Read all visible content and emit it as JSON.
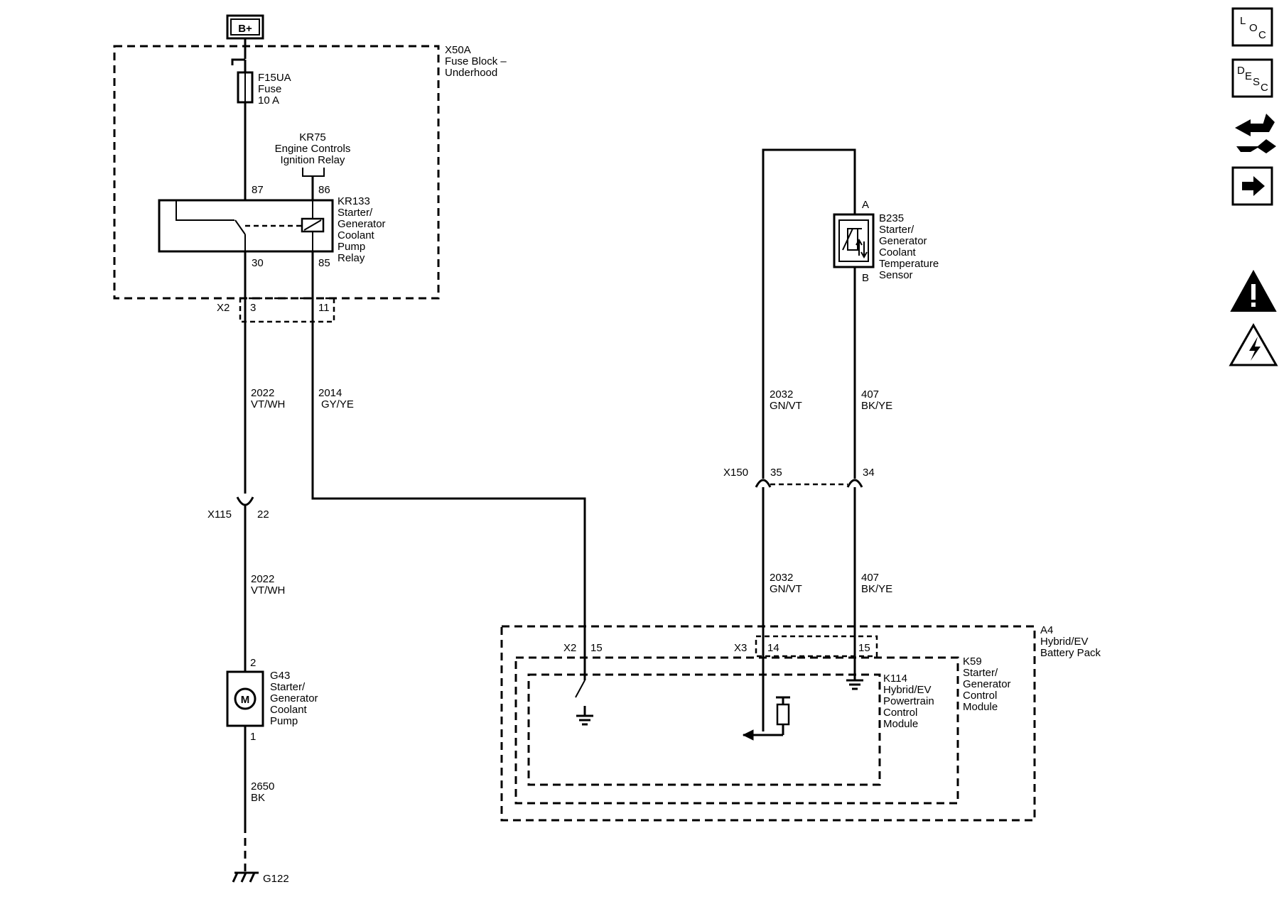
{
  "supply": {
    "label": "B+"
  },
  "fuse_block": {
    "name": "X50A",
    "desc_line1": "Fuse Block –",
    "desc_line2": "Underhood"
  },
  "fuse": {
    "name": "F15UA",
    "desc": "Fuse",
    "rating": "10 A"
  },
  "ignition_relay": {
    "name": "KR75",
    "line1": "Engine Controls",
    "line2": "Ignition Relay"
  },
  "pump_relay": {
    "name": "KR133",
    "desc": [
      "Starter/",
      "Generator",
      "Coolant",
      "Pump",
      "Relay"
    ],
    "pins": {
      "p87": "87",
      "p86": "86",
      "p30": "30",
      "p85": "85"
    }
  },
  "connector_x2_top": {
    "name": "X2",
    "pin_a": "3",
    "pin_b": "11"
  },
  "wire_2022_upper": {
    "circuit": "2022",
    "color": "VT/WH"
  },
  "wire_2014": {
    "circuit": "2014",
    "color": "GY/YE"
  },
  "connector_x115": {
    "name": "X115",
    "pin": "22"
  },
  "wire_2022_lower": {
    "circuit": "2022",
    "color": "VT/WH"
  },
  "pump": {
    "name": "G43",
    "desc": [
      "Starter/",
      "Generator",
      "Coolant",
      "Pump"
    ],
    "pin_top": "2",
    "pin_bottom": "1",
    "motor_letter": "M"
  },
  "wire_2650": {
    "circuit": "2650",
    "color": "BK"
  },
  "ground_g122": {
    "label": "G122"
  },
  "sensor": {
    "name": "B235",
    "desc": [
      "Starter/",
      "Generator",
      "Coolant",
      "Temperature",
      "Sensor"
    ],
    "pin_a": "A",
    "pin_b": "B"
  },
  "wire_2032_upper": {
    "circuit": "2032",
    "color": "GN/VT"
  },
  "wire_407_upper": {
    "circuit": "407",
    "color": "BK/YE"
  },
  "connector_x150": {
    "name": "X150",
    "pin_a": "35",
    "pin_b": "34"
  },
  "wire_2032_lower": {
    "circuit": "2032",
    "color": "GN/VT"
  },
  "wire_407_lower": {
    "circuit": "407",
    "color": "BK/YE"
  },
  "battery_pack": {
    "name": "A4",
    "line1": "Hybrid/EV",
    "line2": "Battery Pack"
  },
  "sgcm": {
    "name": "K59",
    "desc": [
      "Starter/",
      "Generator",
      "Control",
      "Module"
    ]
  },
  "hpcm": {
    "name": "K114",
    "desc": [
      "Hybrid/EV",
      "Powertrain",
      "Control",
      "Module"
    ]
  },
  "connector_x2_module": {
    "name": "X2",
    "pin": "15"
  },
  "connector_x3_module": {
    "name": "X3",
    "pin_a": "14",
    "pin_b": "15"
  },
  "sidebar": {
    "loc": {
      "icon": "loc-icon",
      "l1": "L",
      "l2": "O",
      "l3": "C"
    },
    "desc": {
      "icon": "desc-icon",
      "l1": "D",
      "l2": "E",
      "l3": "S",
      "l4": "C"
    },
    "connector_icon": "connector-wrench-icon",
    "next_icon": "arrow-right-icon",
    "caution_icon": "caution-icon",
    "high_voltage_icon": "high-voltage-icon"
  }
}
